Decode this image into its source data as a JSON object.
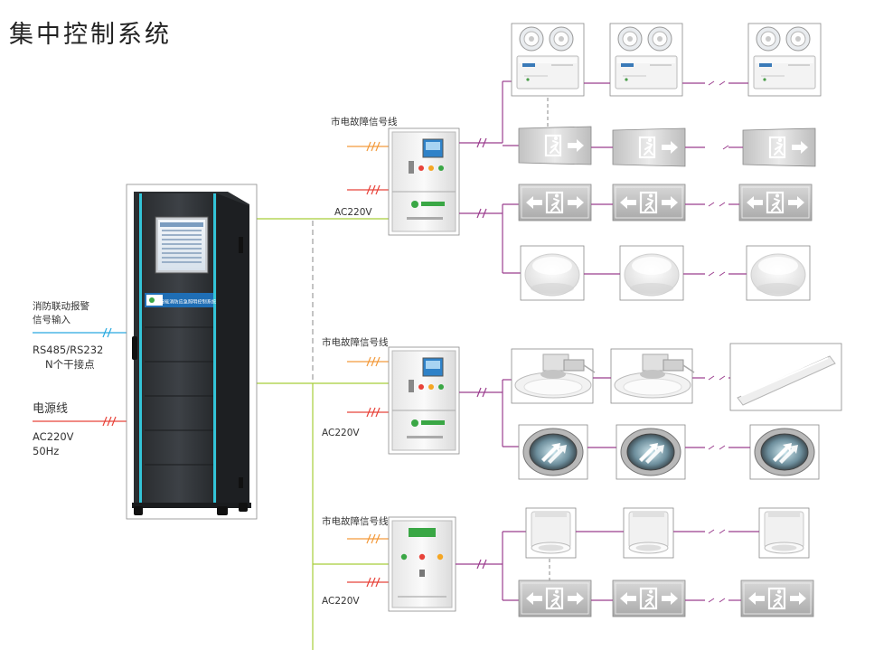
{
  "title": "集中控制系统",
  "inputs": {
    "fire_alarm_line1": "消防联动报警",
    "fire_alarm_line2": "信号输入",
    "rs485": "RS485/RS232",
    "contacts": "N个干接点",
    "power_line": "电源线",
    "ac": "AC220V",
    "hz": "50Hz"
  },
  "cabinet": {
    "panel_text": "智能消防应急照明控制系统"
  },
  "groups": [
    {
      "fault_label": "市电故障信号线",
      "ac_label": "AC220V"
    },
    {
      "fault_label": "市电故障信号线",
      "ac_label": "AC220V"
    },
    {
      "fault_label": "市电故障信号线",
      "ac_label": "AC220V"
    }
  ],
  "colors": {
    "power": "#a6ce39",
    "fault": "#f39a3c",
    "red_line": "#e8433a",
    "signal": "#29a9e0",
    "lamp_link": "#9b3d8e"
  },
  "icons": [
    "emergency-twin-spot-light",
    "exit-sign",
    "ceiling-light",
    "downlight",
    "floor-indicator",
    "batten-light",
    "cylinder-downlight",
    "control-box"
  ]
}
